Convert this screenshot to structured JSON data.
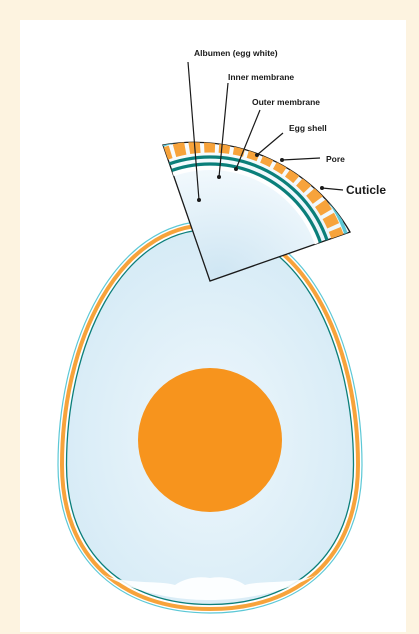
{
  "labels": {
    "albumen": "Albumen (egg white)",
    "inner_membrane": "Inner membrane",
    "outer_membrane": "Outer membrane",
    "egg_shell": "Egg shell",
    "pore": "Pore",
    "cuticle": "Cuticle"
  },
  "colors": {
    "background": "#fdf3e0",
    "shell": "#f7a33b",
    "yolk": "#f7941d",
    "membrane": "#0b7f7a",
    "cuticle": "#5cc8d6",
    "albumen": "#dff0f8"
  }
}
